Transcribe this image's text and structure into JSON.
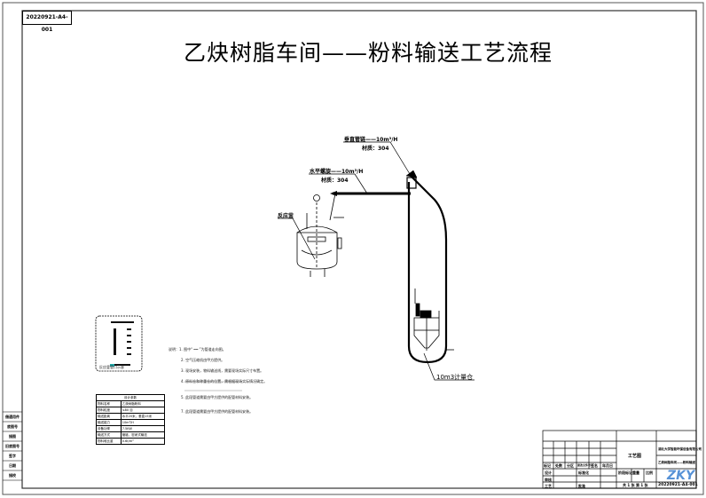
{
  "drawing_number": "20220921-A4-001",
  "title": "乙炔树脂车间——粉料输送工艺流程",
  "labels": {
    "vertical_chain": "垂直管链——10m³/H",
    "vertical_material": "材质：304",
    "horizontal_screw": "水平螺旋——10m³/H",
    "horizontal_material": "材质：304",
    "reactor": "反应釜",
    "hopper": "10m3计量仓",
    "legend_caption": "反应釜管口示意"
  },
  "notes": [
    "说明：1. 图中“ ━━ ”为管道走向图。",
    "2. 空气压缩机由甲方提供。",
    "3. 现场安装，物料输送线，需要现场实际尺寸布置。",
    "4. 原料仓和称重仓的位置，需根据现场实际情况确定。",
    "5. 此段管道需要由甲方提供的配管材料安装。",
    "7. 此段管道需要由甲方提供的配管材料安装。"
  ],
  "param_table": {
    "title": "设计参数",
    "rows": [
      [
        "物料名称",
        "乙炔树脂粉料"
      ],
      [
        "物料粒度",
        "≤80 目"
      ],
      [
        "输送距离",
        "水平20米，垂直15米"
      ],
      [
        "输送能力",
        "10m³/H"
      ],
      [
        "设备功率",
        "7.5KW"
      ],
      [
        "输送方式",
        "管链，密闭式输送"
      ],
      [
        "物料堆比重",
        "0.6t/m³"
      ]
    ]
  },
  "side_strip": [
    "借通用件",
    "底图号",
    "描图",
    "旧底图号",
    "签字",
    "日期",
    "描校"
  ],
  "title_block": {
    "row1": [
      "标记",
      "处数",
      "分区",
      "更改文件号",
      "签名",
      "年月日"
    ],
    "design": "设计",
    "check": "审核",
    "standard": "标准化",
    "process": "工艺",
    "approve": "批准",
    "stage_label": "阶段标记",
    "weight": "重量",
    "scale": "比例",
    "drawing_type": "工艺图",
    "company": "湖北大学智能环保设备有限公司",
    "drawing_name": "乙炔树脂车间——粉料输送",
    "sheet": "共 1 张 第 1 张",
    "number_short": "20220921-A4-001",
    "logo": "ZKY"
  }
}
